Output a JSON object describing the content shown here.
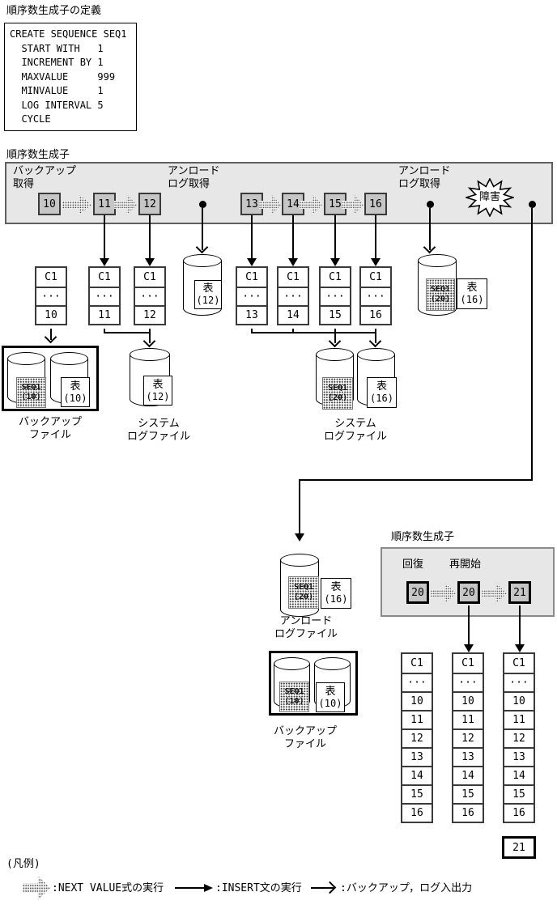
{
  "definition": {
    "title": "順序数生成子の定義",
    "code": "CREATE SEQUENCE SEQ1\n  START WITH   1\n  INCREMENT BY 1\n  MAXVALUE     999\n  MINVALUE     1\n  LOG INTERVAL 5\n  CYCLE"
  },
  "band1": {
    "title": "順序数生成子",
    "backup_label_1": "バックアップ",
    "backup_label_2": "取得",
    "unload1_label_1": "アンロード",
    "unload1_label_2": "ログ取得",
    "unload2_label_1": "アンロード",
    "unload2_label_2": "ログ取得",
    "failure_label": "障害",
    "values": [
      "10",
      "11",
      "12",
      "13",
      "14",
      "15",
      "16"
    ]
  },
  "top_columns": [
    {
      "header": "C1",
      "dots": "···",
      "value": "10"
    },
    {
      "header": "C1",
      "dots": "···",
      "value": "11"
    },
    {
      "header": "C1",
      "dots": "···",
      "value": "12"
    },
    {
      "header": "C1",
      "dots": "···",
      "value": "13"
    },
    {
      "header": "C1",
      "dots": "···",
      "value": "14"
    },
    {
      "header": "C1",
      "dots": "···",
      "value": "15"
    },
    {
      "header": "C1",
      "dots": "···",
      "value": "16"
    }
  ],
  "top_storage": {
    "unload_cyl_left": {
      "table_1": "表",
      "table_2": "(12)"
    },
    "unload_cyl_right": {
      "seq_1": "SEQ1",
      "seq_2": "(20)",
      "table_1": "表",
      "table_2": "(16)"
    },
    "backup_file": {
      "seq_1": "SEQ1",
      "seq_2": "(10)",
      "table_1": "表",
      "table_2": "(10)",
      "label_1": "バックアップ",
      "label_2": "ファイル"
    },
    "syslog1": {
      "table_1": "表",
      "table_2": "(12)",
      "label_1": "システム",
      "label_2": "ログファイル"
    },
    "syslog2": {
      "seq_1": "SEQ1",
      "seq_2": "(20)",
      "table_1": "表",
      "table_2": "(16)",
      "label_1": "システム",
      "label_2": "ログファイル"
    }
  },
  "recovery": {
    "unload_file": {
      "seq_1": "SEQ1",
      "seq_2": "(20)",
      "table_1": "表",
      "table_2": "(16)",
      "label_1": "アンロード",
      "label_2": "ログファイル"
    },
    "backup_file": {
      "seq_1": "SEQ1",
      "seq_2": "(10)",
      "table_1": "表",
      "table_2": "(10)",
      "label_1": "バックアップ",
      "label_2": "ファイル"
    },
    "band2": {
      "title": "順序数生成子",
      "recover_label": "回復",
      "restart_label": "再開始",
      "values": [
        "20",
        "20",
        "21"
      ]
    },
    "columns": [
      {
        "header": "C1",
        "rows": [
          "···",
          "10",
          "11",
          "12",
          "13",
          "14",
          "15",
          "16"
        ]
      },
      {
        "header": "C1",
        "rows": [
          "···",
          "10",
          "11",
          "12",
          "13",
          "14",
          "15",
          "16"
        ]
      },
      {
        "header": "C1",
        "rows": [
          "···",
          "10",
          "11",
          "12",
          "13",
          "14",
          "15",
          "16"
        ],
        "extra": "21"
      }
    ]
  },
  "legend": {
    "title": "(凡例)",
    "item1": ":NEXT VALUE式の実行",
    "item2": ":INSERT文の実行",
    "item3": ":バックアップ，ログ入出力"
  },
  "colors": {
    "band_bg": "#e7e7e7",
    "seq_box_fill": "#c6c6c6",
    "line": "#000000"
  }
}
